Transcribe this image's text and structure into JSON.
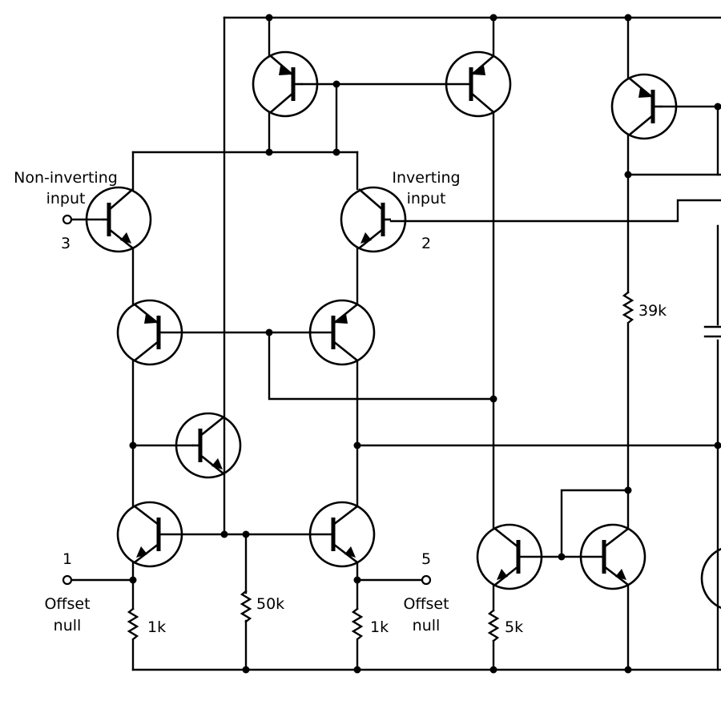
{
  "labels": {
    "non_inverting_line1": "Non-inverting",
    "non_inverting_line2": "input",
    "non_inverting_pin": "3",
    "inverting_line1": "Inverting",
    "inverting_line2": "input",
    "inverting_pin": "2",
    "offset_null_left_pin": "1",
    "offset_null_left_line1": "Offset",
    "offset_null_left_line2": "null",
    "offset_null_right_pin": "5",
    "offset_null_right_line1": "Offset",
    "offset_null_right_line2": "null"
  },
  "resistors": {
    "r_39k": "39k",
    "r_50k": "50k",
    "r_1k_left": "1k",
    "r_1k_right": "1k",
    "r_5k": "5k"
  },
  "transistors": [
    {
      "id": "q-top-left",
      "type": "pnp"
    },
    {
      "id": "q-top-mid",
      "type": "pnp"
    },
    {
      "id": "q-top-right",
      "type": "pnp"
    },
    {
      "id": "q-input-noninv",
      "type": "npn"
    },
    {
      "id": "q-input-inv",
      "type": "npn"
    },
    {
      "id": "q-pnp-left",
      "type": "pnp"
    },
    {
      "id": "q-pnp-right",
      "type": "pnp"
    },
    {
      "id": "q-mid",
      "type": "npn"
    },
    {
      "id": "q-bottom-left",
      "type": "npn"
    },
    {
      "id": "q-bottom-right",
      "type": "npn"
    },
    {
      "id": "q-mirror-left",
      "type": "npn"
    },
    {
      "id": "q-mirror-right",
      "type": "npn"
    },
    {
      "id": "q-edge-bottom",
      "type": "npn"
    }
  ]
}
